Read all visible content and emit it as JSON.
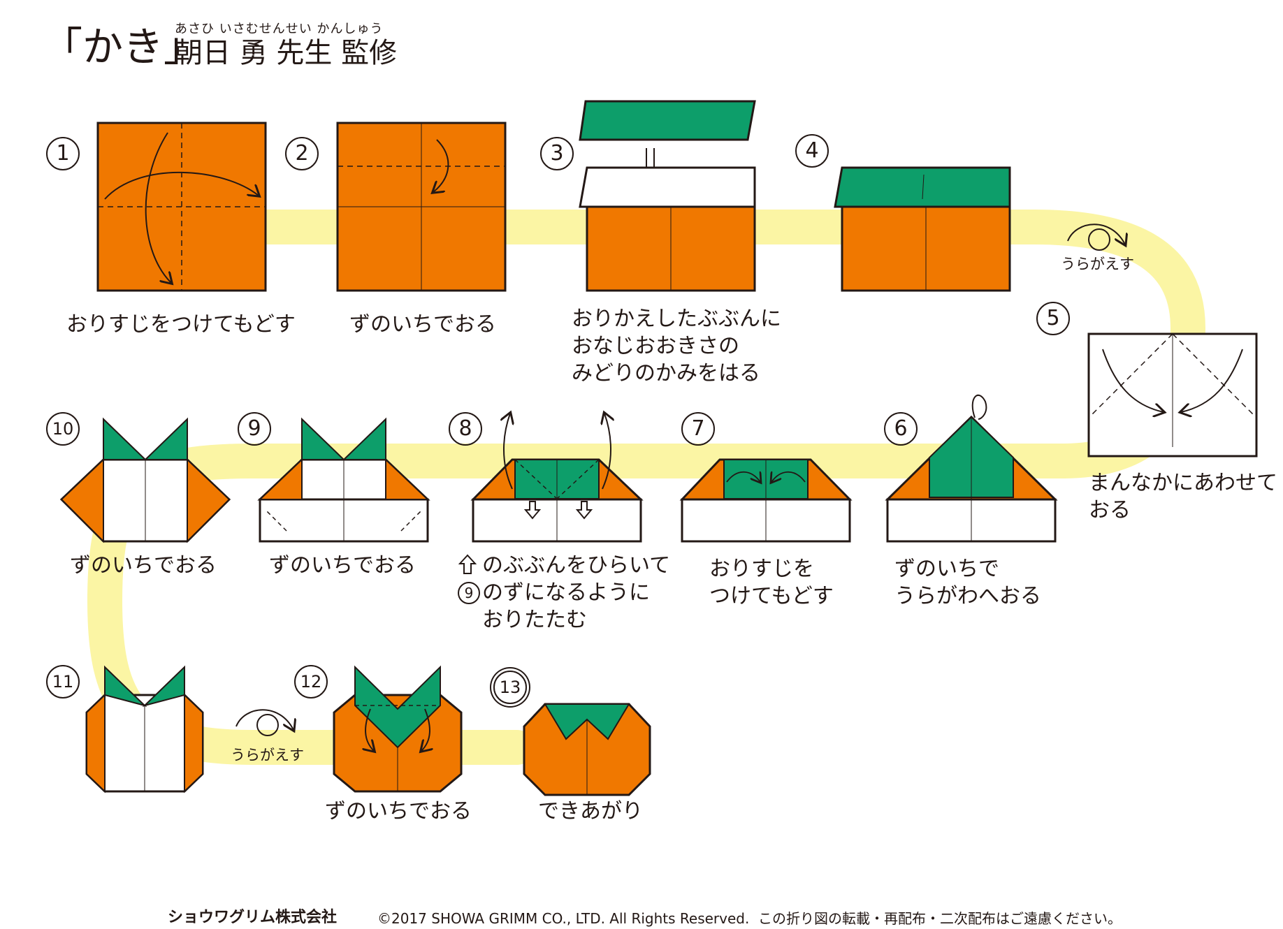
{
  "header": {
    "title": "「かき」",
    "ruby": "あさひ いさむせんせい かんしゅう",
    "supervision": "朝日 勇 先生 監修"
  },
  "steps": [
    {
      "num": "1",
      "caption": "おりすじをつけてもどす"
    },
    {
      "num": "2",
      "caption": "ずのいちでおる"
    },
    {
      "num": "3",
      "caption": "おりかえしたぶぶんに\nおなじおおきさの\nみどりのかみをはる"
    },
    {
      "num": "4",
      "caption": ""
    },
    {
      "num": "5",
      "caption": "まんなかにあわせて\nおる"
    },
    {
      "num": "6",
      "caption": "ずのいちで\nうらがわへおる"
    },
    {
      "num": "7",
      "caption": "おりすじを\nつけてもどす"
    },
    {
      "num": "8",
      "caption": "のぶぶんをひらいて\nのずになるように\nおりたたむ"
    },
    {
      "num": "9",
      "caption": "ずのいちでおる"
    },
    {
      "num": "10",
      "caption": "ずのいちでおる"
    },
    {
      "num": "11",
      "caption": ""
    },
    {
      "num": "12",
      "caption": "ずのいちでおる"
    },
    {
      "num": "13",
      "caption": "できあがり"
    }
  ],
  "flip_labels": {
    "a": "うらがえす",
    "b": "うらがえす"
  },
  "step8_ref": "9",
  "footer": {
    "logo": "ショウワグリム株式会社",
    "copyright": "©2017 SHOWA GRIMM CO., LTD. All Rights Reserved.",
    "note": "この折り図の転載・再配布・二次配布はご遠慮ください。"
  },
  "colors": {
    "orange": "#f07800",
    "green": "#0d9e6a",
    "path": "#fbf5a4",
    "ink": "#231815"
  }
}
